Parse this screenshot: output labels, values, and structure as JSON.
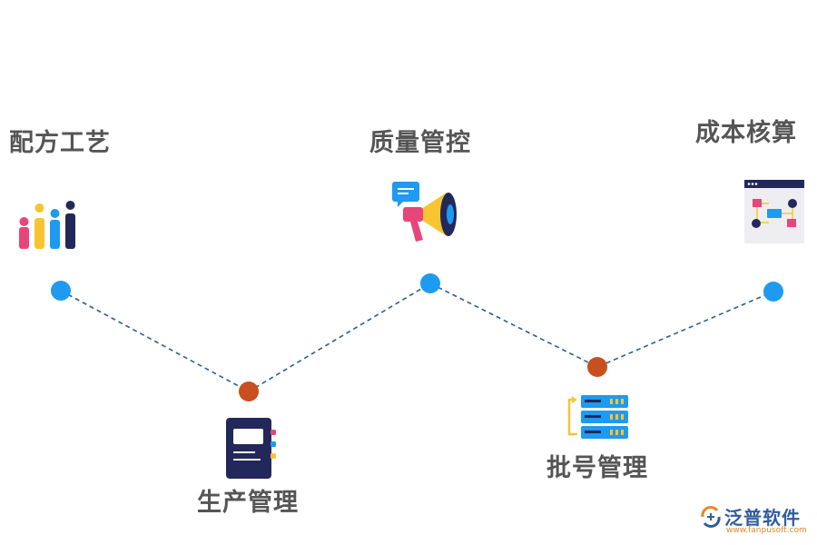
{
  "diagram": {
    "nodes": [
      {
        "label": "配方工艺",
        "icon": "bar-chart-icon",
        "color": "#1e9af0"
      },
      {
        "label": "生产管理",
        "icon": "notebook-icon",
        "color": "#c8501e"
      },
      {
        "label": "质量管控",
        "icon": "megaphone-icon",
        "color": "#1e9af0"
      },
      {
        "label": "批号管理",
        "icon": "server-rack-icon",
        "color": "#c8501e"
      },
      {
        "label": "成本核算",
        "icon": "flowchart-window-icon",
        "color": "#1e9af0"
      }
    ],
    "line_color": "#2b5f8c"
  },
  "brand": {
    "name": "泛普软件",
    "url": "www.fanpusoft.com",
    "logo_icon": "fanpu-logo-icon"
  }
}
